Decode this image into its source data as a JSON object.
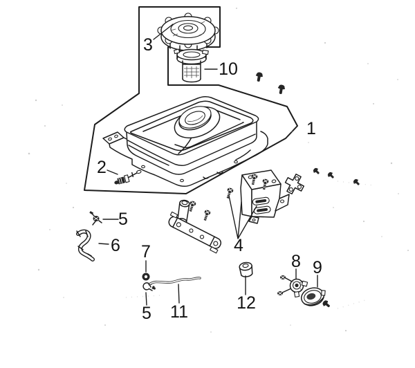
{
  "diagram": {
    "colors": {
      "line": "#1c1c1c",
      "background": "#ffffff",
      "fill_dark": "#262626"
    },
    "part_labels": {
      "fuel_tank": "1",
      "drain_valve": "2",
      "fuel_cap": "3",
      "bracket_bolts": "4",
      "hose_clamp_a": "5",
      "hose_clamp_b": "5",
      "breather_hose": "6",
      "grommet": "7",
      "fuel_cock": "8",
      "fuel_cock_cover": "9",
      "fuel_strainer": "10",
      "fuel_pipe": "11",
      "bushing": "12"
    }
  }
}
